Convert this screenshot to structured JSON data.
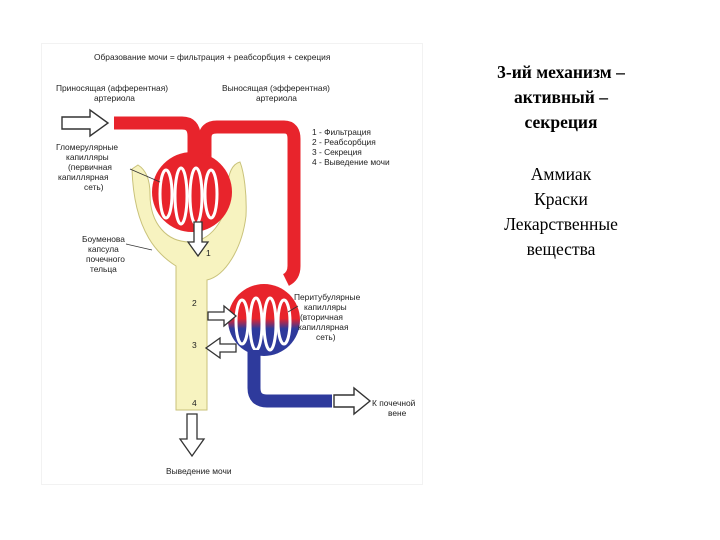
{
  "diagram": {
    "title": "Образование мочи = фильтрация + реабсорбция + секреция",
    "label_afferent": [
      "Приносящая (афферентная)",
      "артериола"
    ],
    "label_efferent": [
      "Выносящая (эфферентная)",
      "артериола"
    ],
    "label_glomerular": [
      "Гломерулярные",
      "капилляры",
      "(первичная",
      "капиллярная",
      "сеть)"
    ],
    "label_capsule": [
      "Боуменова",
      "капсула",
      "почечного",
      "тельца"
    ],
    "label_peritubular": [
      "Перитубулярные",
      "капилляры",
      "(вторичная",
      "капиллярная",
      "сеть)"
    ],
    "label_vein": [
      "К почечной",
      "вене"
    ],
    "label_urine_out": "Выведение мочи",
    "legend": [
      "1 - Фильтрация",
      "2 - Реабсорбция",
      "3 - Секреция",
      "4 - Выведение мочи"
    ],
    "arrow_numbers": [
      "1",
      "2",
      "3",
      "4"
    ],
    "colors": {
      "artery": "#e8242c",
      "vein": "#2e3a9c",
      "tubule": "#f7f3c0",
      "tubule_stroke": "#c9c27a"
    }
  },
  "side": {
    "mechanism_lines": [
      "3-ий механизм –",
      "активный –",
      "секреция"
    ],
    "substances": [
      "Аммиак",
      "Краски",
      "Лекарственные",
      "вещества"
    ]
  }
}
